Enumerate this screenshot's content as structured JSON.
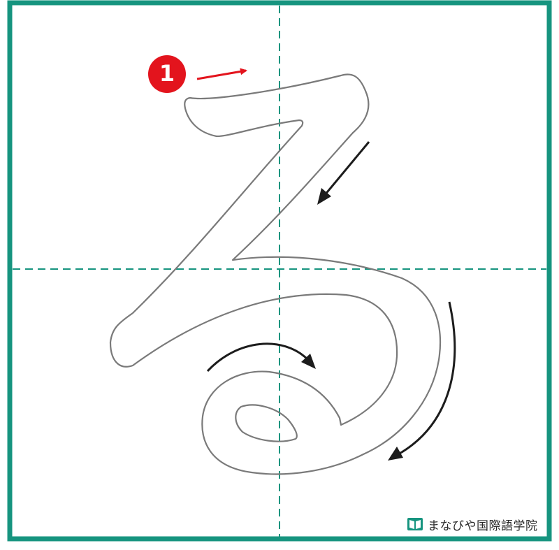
{
  "character": "る",
  "stroke_badge": "1",
  "brand": {
    "logo_icon": "open-book-logo-icon",
    "name": "まなびや国際語学院"
  },
  "colors": {
    "frame": "#16947f",
    "guide": "#16947f",
    "outline": "#7a7a7a",
    "badge": "#e3141d",
    "start_arrow": "#e3141d",
    "direction_arrow": "#1c1c1c"
  }
}
